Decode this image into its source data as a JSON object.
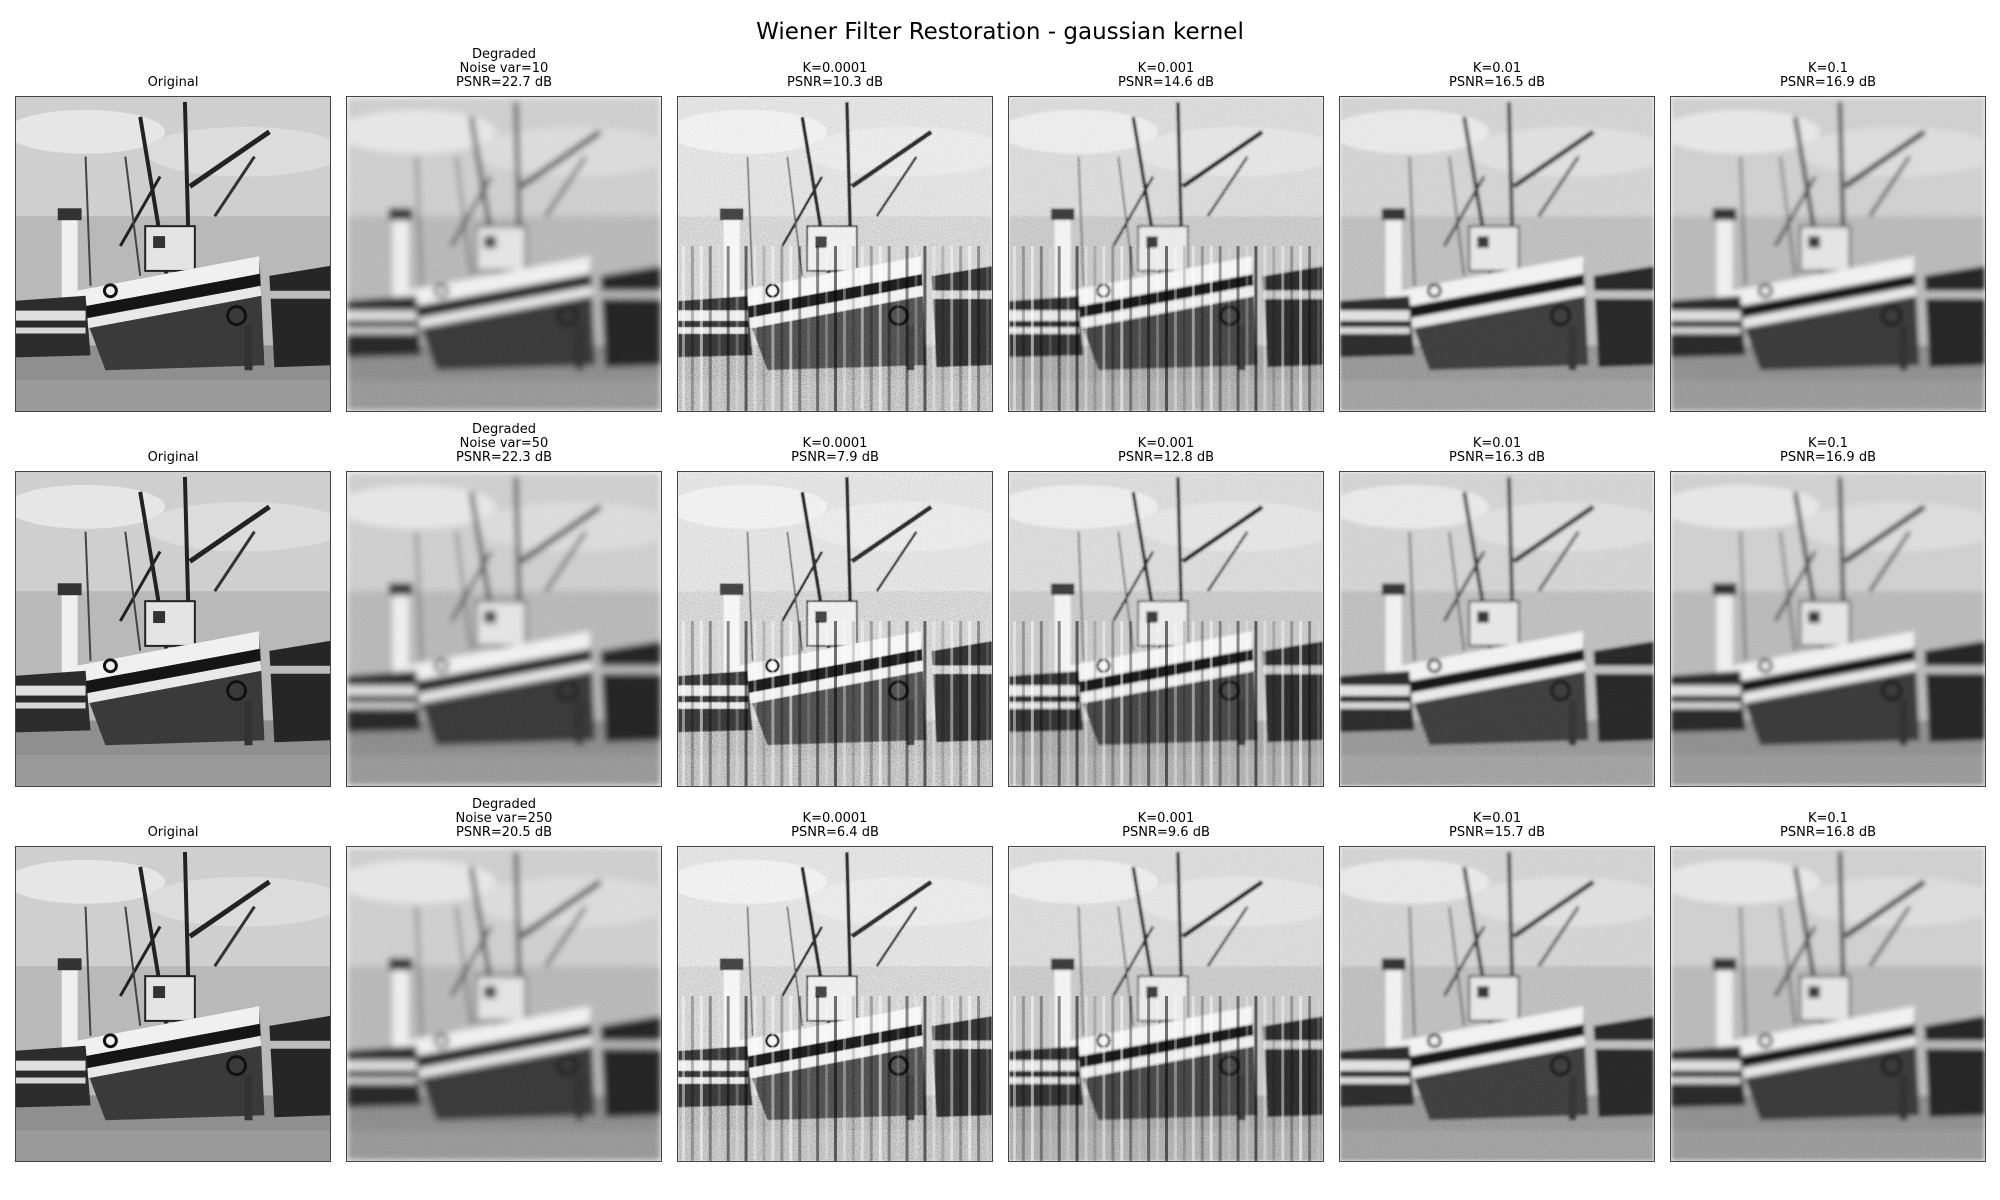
{
  "figure": {
    "title": "Wiener Filter Restoration - gaussian kernel",
    "rows": [
      {
        "panels": [
          {
            "variant": "original",
            "lines": [
              "Original"
            ]
          },
          {
            "variant": "degraded",
            "lines": [
              "Degraded",
              "Noise var=10",
              "PSNR=22.7 dB"
            ]
          },
          {
            "variant": "k0001",
            "lines": [
              "K=0.0001",
              "PSNR=10.3 dB"
            ]
          },
          {
            "variant": "k001",
            "lines": [
              "K=0.001",
              "PSNR=14.6 dB"
            ]
          },
          {
            "variant": "k01",
            "lines": [
              "K=0.01",
              "PSNR=16.5 dB"
            ]
          },
          {
            "variant": "k1",
            "lines": [
              "K=0.1",
              "PSNR=16.9 dB"
            ]
          }
        ]
      },
      {
        "panels": [
          {
            "variant": "original",
            "lines": [
              "Original"
            ]
          },
          {
            "variant": "degraded",
            "lines": [
              "Degraded",
              "Noise var=50",
              "PSNR=22.3 dB"
            ]
          },
          {
            "variant": "k0001",
            "lines": [
              "K=0.0001",
              "PSNR=7.9 dB"
            ]
          },
          {
            "variant": "k001",
            "lines": [
              "K=0.001",
              "PSNR=12.8 dB"
            ]
          },
          {
            "variant": "k01",
            "lines": [
              "K=0.01",
              "PSNR=16.3 dB"
            ]
          },
          {
            "variant": "k1",
            "lines": [
              "K=0.1",
              "PSNR=16.9 dB"
            ]
          }
        ]
      },
      {
        "panels": [
          {
            "variant": "original",
            "lines": [
              "Original"
            ]
          },
          {
            "variant": "degraded",
            "lines": [
              "Degraded",
              "Noise var=250",
              "PSNR=20.5 dB"
            ]
          },
          {
            "variant": "k0001",
            "lines": [
              "K=0.0001",
              "PSNR=6.4 dB"
            ]
          },
          {
            "variant": "k001",
            "lines": [
              "K=0.001",
              "PSNR=9.6 dB"
            ]
          },
          {
            "variant": "k01",
            "lines": [
              "K=0.01",
              "PSNR=15.7 dB"
            ]
          },
          {
            "variant": "k1",
            "lines": [
              "K=0.1",
              "PSNR=16.8 dB"
            ]
          }
        ]
      }
    ]
  }
}
